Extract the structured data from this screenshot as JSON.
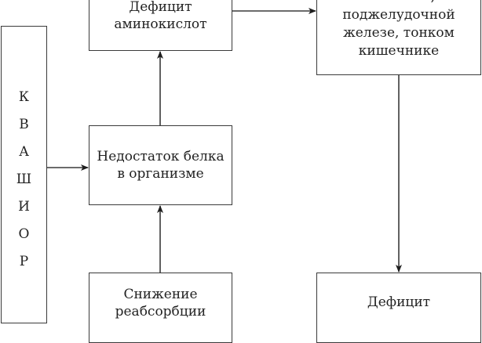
{
  "diagram": {
    "nodes": {
      "kwashiorkor": {
        "letters": [
          "К",
          "В",
          "А",
          "Ш",
          "И",
          "О",
          "Р"
        ]
      },
      "aa_deficit": {
        "lines": [
          "Дефицит",
          "аминокислот"
        ]
      },
      "enzymes": {
        "lines": [
          ",",
          "поджелудочной",
          "железе, тонком",
          "кишечнике"
        ]
      },
      "protein_lack": {
        "lines": [
          "Недостаток белка",
          "в организме"
        ]
      },
      "reabsorption": {
        "lines": [
          "Снижение",
          "реабсорбции"
        ]
      },
      "deficit_bottom": {
        "lines": [
          "Дефицит"
        ]
      }
    },
    "edges": [
      {
        "from": "kwashiorkor",
        "to": "protein_lack"
      },
      {
        "from": "protein_lack",
        "to": "aa_deficit"
      },
      {
        "from": "reabsorption",
        "to": "protein_lack"
      },
      {
        "from": "aa_deficit",
        "to": "enzymes"
      },
      {
        "from": "enzymes",
        "to": "deficit_bottom"
      }
    ],
    "colors": {
      "stroke": "#3a3a3a",
      "text": "#222222",
      "background": "#ffffff"
    }
  }
}
